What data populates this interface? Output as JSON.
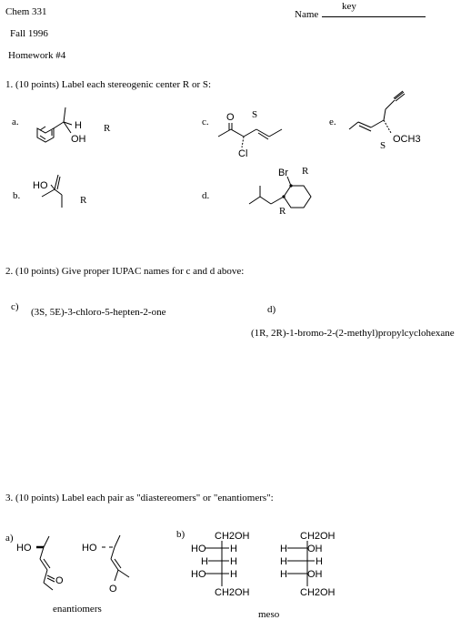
{
  "header": {
    "course": "Chem 331",
    "term": "Fall  1996",
    "assignment": "Homework #4",
    "name_label": "Name",
    "name_value": "key"
  },
  "q1": {
    "prompt": "1. (10 points) Label each stereogenic center R or S:",
    "a": {
      "label": "a.",
      "answer": "R",
      "atoms": [
        "H",
        "OH"
      ]
    },
    "b": {
      "label": "b.",
      "answer": "R",
      "atoms": [
        "HO"
      ]
    },
    "c": {
      "label": "c.",
      "answer": "S",
      "atoms": [
        "O",
        "Cl"
      ]
    },
    "d": {
      "label": "d.",
      "answers": [
        "R",
        "R"
      ],
      "atoms": [
        "Br"
      ]
    },
    "e": {
      "label": "e.",
      "answer": "S",
      "atoms": [
        "OCH3"
      ]
    }
  },
  "q2": {
    "prompt": "2. (10 points) Give proper IUPAC names for c and d above:",
    "c_label": "c)",
    "c_answer": "(3S, 5E)-3-chloro-5-hepten-2-one",
    "d_label": "d)",
    "d_answer": "(1R, 2R)-1-bromo-2-(2-methyl)propylcyclohexane"
  },
  "q3": {
    "prompt": "3.  (10 points)  Label each pair as \"diastereomers\" or \"enantiomers\":",
    "a_label": "a)",
    "a_atoms": [
      "HO",
      "HO",
      "O",
      "O"
    ],
    "a_answer": "enantiomers",
    "b_label": "b)",
    "b_answer": "meso",
    "fischer_left": {
      "top": "CH2OH",
      "rows": [
        [
          "HO",
          "H"
        ],
        [
          "H",
          "H"
        ],
        [
          "HO",
          "H"
        ]
      ],
      "bottom": "CH2OH"
    },
    "fischer_right": {
      "top": "CH2OH",
      "rows": [
        [
          "H",
          "OH"
        ],
        [
          "H",
          "H"
        ],
        [
          "H",
          "OH"
        ]
      ],
      "bottom": "CH2OH"
    }
  }
}
